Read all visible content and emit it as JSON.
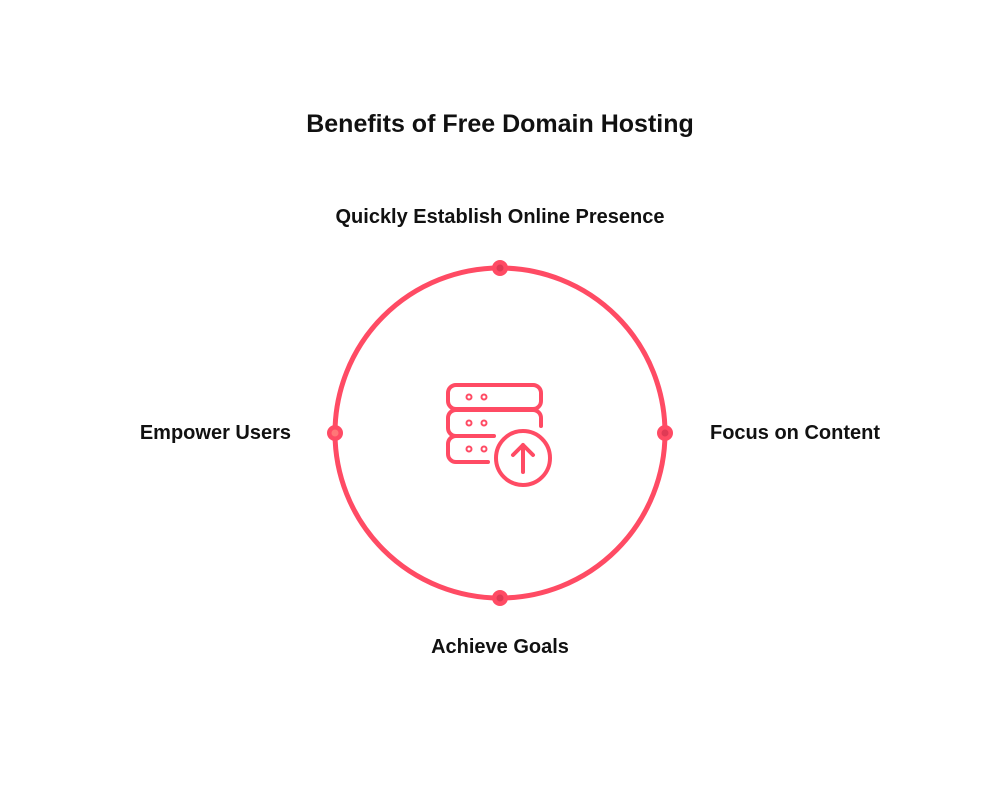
{
  "title": "Benefits of Free Domain Hosting",
  "center_icon": "server-upload-icon",
  "accent_color": "#FF4B64",
  "items": {
    "top": "Quickly Establish Online Presence",
    "right": "Focus on Content",
    "bottom": "Achieve Goals",
    "left": "Empower Users"
  }
}
